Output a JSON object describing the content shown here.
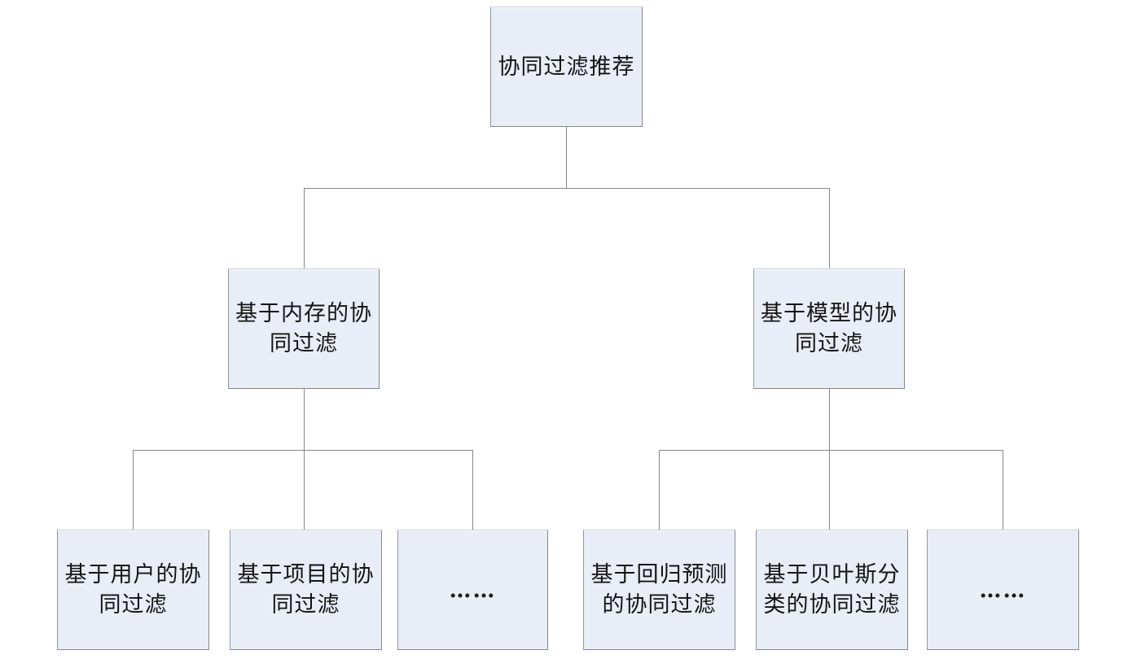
{
  "colors": {
    "background": "#ffffff",
    "node_fill": "#e9edf8",
    "node_border": "#94969c",
    "node_border_dark": "#85878d",
    "node_border_light": "#c9cbd1",
    "connector_color": "#85878d",
    "text_color": "#141414"
  },
  "diagram": {
    "type": "hierarchy-tree",
    "levels": 3,
    "nodes": {
      "root": {
        "label": "协同过滤推荐"
      },
      "memory_based": {
        "label": "基于内存的协\n同过滤"
      },
      "model_based": {
        "label": "基于模型的协\n同过滤"
      },
      "user_based": {
        "label": "基于用户的协\n同过滤"
      },
      "item_based": {
        "label": "基于项目的协\n同过滤"
      },
      "memory_more": {
        "label": "……"
      },
      "regression_based": {
        "label": "基于回归预测\n的协同过滤"
      },
      "bayes_based": {
        "label": "基于贝叶斯分\n类的协同过滤"
      },
      "model_more": {
        "label": "……"
      }
    }
  }
}
